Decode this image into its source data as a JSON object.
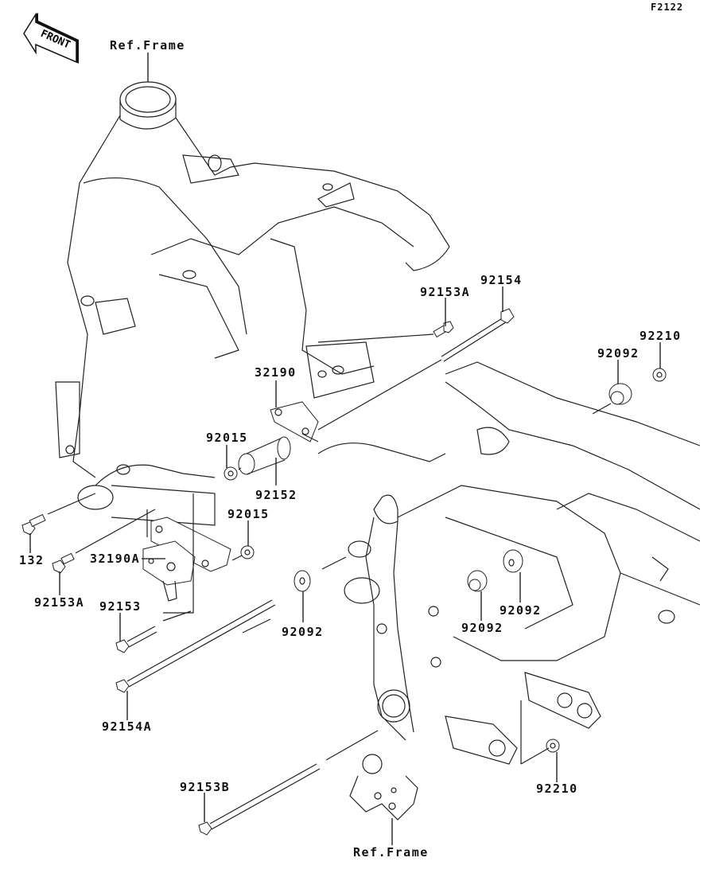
{
  "diagram_code": "F2122",
  "front_indicator": "FRONT",
  "parts": [
    {
      "id": "ref-frame-top",
      "label": "Ref.Frame"
    },
    {
      "id": "92153A-upper",
      "label": "92153A"
    },
    {
      "id": "92154",
      "label": "92154"
    },
    {
      "id": "92210-upper",
      "label": "92210"
    },
    {
      "id": "92092-upper",
      "label": "92092"
    },
    {
      "id": "32190",
      "label": "32190"
    },
    {
      "id": "92015-upper",
      "label": "92015"
    },
    {
      "id": "92152",
      "label": "92152"
    },
    {
      "id": "92015-lower",
      "label": "92015"
    },
    {
      "id": "132",
      "label": "132"
    },
    {
      "id": "32190A",
      "label": "32190A"
    },
    {
      "id": "92153A-lower",
      "label": "92153A"
    },
    {
      "id": "92153",
      "label": "92153"
    },
    {
      "id": "92092-left",
      "label": "92092"
    },
    {
      "id": "92092-center",
      "label": "92092"
    },
    {
      "id": "92092-right",
      "label": "92092"
    },
    {
      "id": "92154A",
      "label": "92154A"
    },
    {
      "id": "92153B",
      "label": "92153B"
    },
    {
      "id": "92210-lower",
      "label": "92210"
    },
    {
      "id": "ref-frame-bottom",
      "label": "Ref.Frame"
    }
  ]
}
